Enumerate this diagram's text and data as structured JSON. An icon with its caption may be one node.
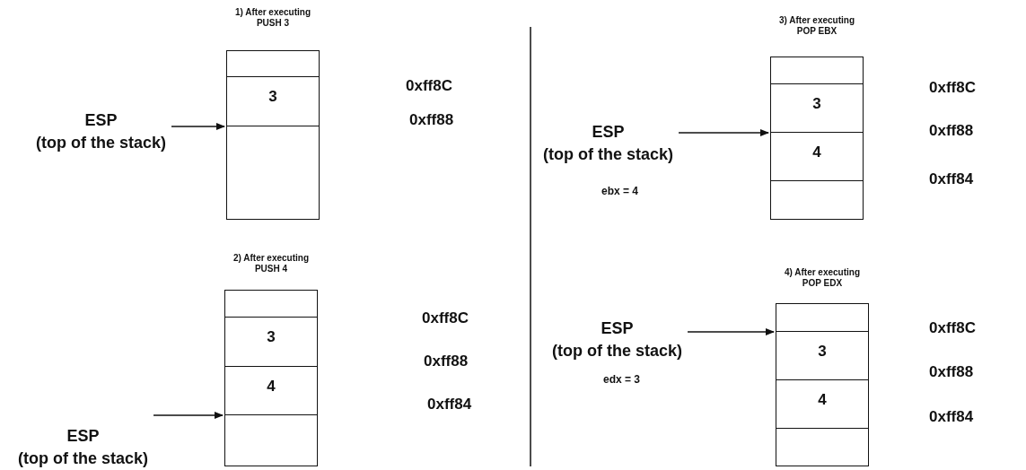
{
  "diagram": {
    "nodes": [
      {
        "text": [
          "1) After executing PUSH 3"
        ]
      },
      {
        "text": [],
        "shape": "box",
        "in": 0
      },
      {
        "text": [
          "3"
        ],
        "in": 0
      },
      {
        "text": [],
        "shape": "box",
        "in": 0
      },
      {
        "text": [
          "ESP",
          "(top of the stack)"
        ]
      },
      {
        "text": [
          "2) After executing PUSH 4"
        ]
      },
      {
        "text": [],
        "shape": "box",
        "in": 5
      },
      {
        "text": [
          "3"
        ],
        "in": 5
      },
      {
        "text": [
          "4"
        ],
        "in": 5
      },
      {
        "text": [],
        "shape": "box",
        "in": 5
      },
      {
        "text": [
          "ESP",
          "(top of the stack)"
        ]
      },
      {
        "text": [
          "3) After executing POP EBX"
        ]
      },
      {
        "text": [],
        "shape": "box",
        "in": 11
      },
      {
        "text": [
          "3"
        ],
        "in": 11
      },
      {
        "text": [
          "4"
        ],
        "in": 11
      },
      {
        "text": [],
        "shape": "box",
        "in": 11
      },
      {
        "text": [
          "ESP",
          "(top of the stack)"
        ]
      },
      {
        "text": [
          "4) After executing POP EDX"
        ]
      },
      {
        "text": [],
        "shape": "box",
        "in": 17
      },
      {
        "text": [
          "3"
        ],
        "in": 17
      },
      {
        "text": [
          "4"
        ],
        "in": 17
      },
      {
        "text": [],
        "shape": "box",
        "in": 17
      },
      {
        "text": [
          "ESP",
          "(top of the stack)"
        ]
      }
    ],
    "edges": [
      {
        "from": 4,
        "to": 0,
        "arrow": "to"
      },
      {
        "from": 10,
        "to": 5,
        "arrow": "to"
      },
      {
        "from": 16,
        "to": 11,
        "arrow": "to"
      },
      {
        "from": 22,
        "to": 17,
        "arrow": "to"
      }
    ],
    "labels": [
      "0xff8C",
      "0xff88",
      "0xff8C",
      "0xff88",
      "0xff84",
      "0xff8C",
      "0xff88",
      "0xff84",
      "ebx = 4",
      "0xff8C",
      "0xff88",
      "0xff84",
      "edx = 3"
    ]
  }
}
